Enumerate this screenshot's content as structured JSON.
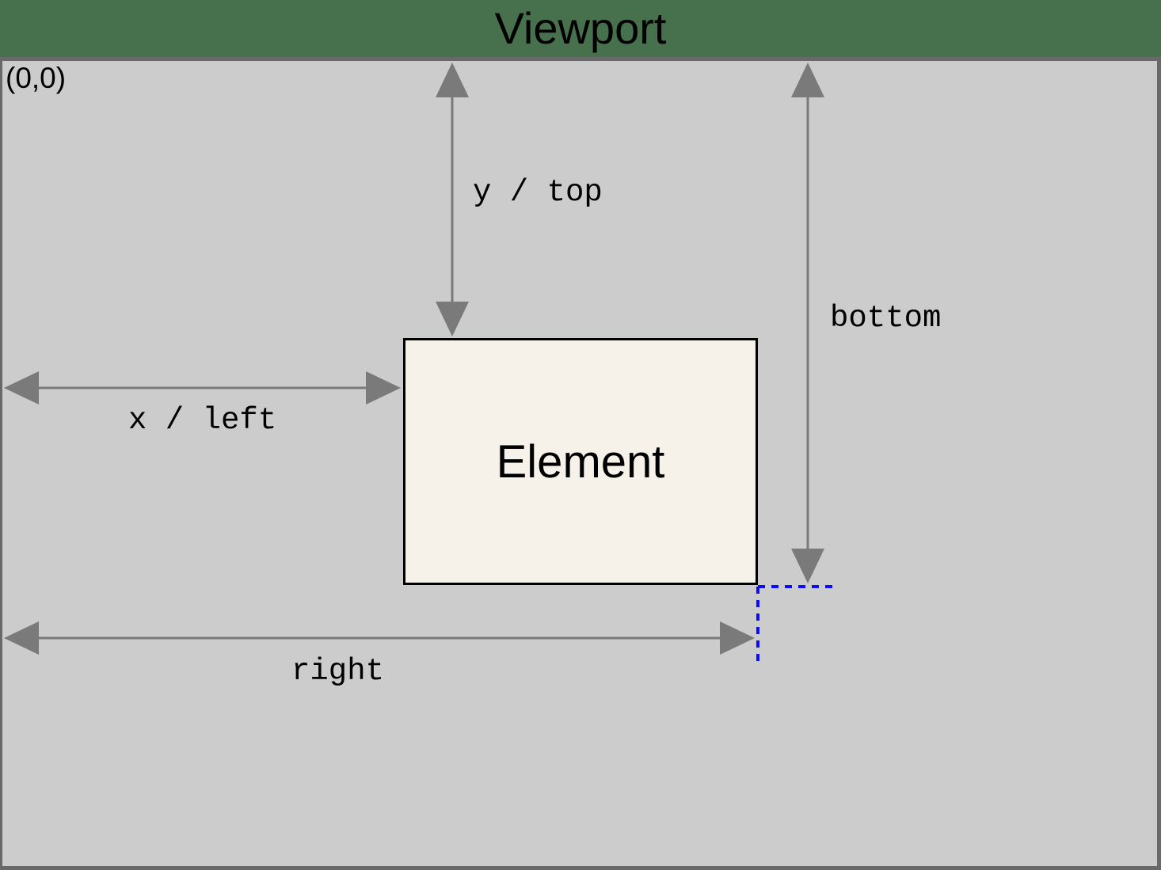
{
  "header": {
    "title": "Viewport"
  },
  "viewport": {
    "origin_label": "(0,0)",
    "element": {
      "label": "Element"
    },
    "dimension_labels": {
      "y_top": "y / top",
      "bottom": "bottom",
      "x_left": "x / left",
      "right": "right"
    }
  },
  "colors": {
    "header_green": "#47704d",
    "viewport_gray": "#cccccc",
    "border_dark": "#696969",
    "arrow_gray": "#7a7a7a",
    "element_fill": "#f6f2e9",
    "element_border": "#000000",
    "guide_blue": "#0b0bff",
    "text_black": "#000000"
  }
}
